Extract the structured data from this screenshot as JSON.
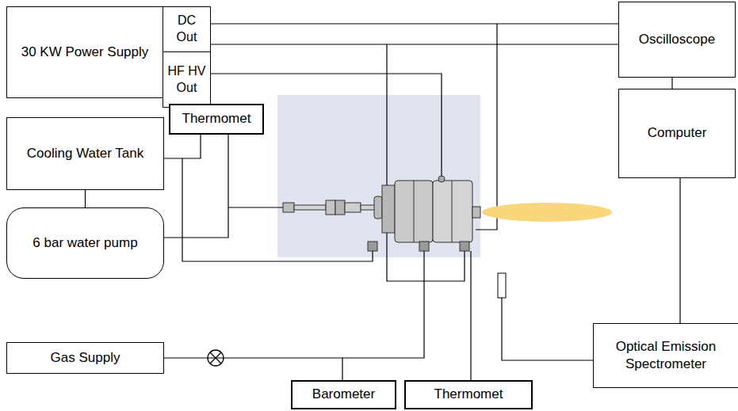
{
  "diagram": {
    "nodes": [
      {
        "text": [
          "30 KW Power Supply"
        ]
      },
      {
        "text": [
          "DC Out"
        ],
        "in": 0
      },
      {
        "text": [
          "HF HV Out"
        ],
        "in": 0
      },
      {
        "text": [
          "Oscilloscope"
        ]
      },
      {
        "text": [
          "Computer"
        ]
      },
      {
        "text": [
          "Cooling Water Tank"
        ]
      },
      {
        "text": [
          "Thermomet"
        ]
      },
      {
        "text": [
          "6 bar water pump"
        ]
      },
      {
        "text": [
          "Gas Supply"
        ]
      },
      {
        "text": [
          "Barometer"
        ]
      },
      {
        "text": [
          "Thermomet"
        ]
      },
      {
        "text": [
          "Optical Emission Spectrometer"
        ]
      }
    ],
    "edges": [
      {
        "from": 1,
        "to": 3,
        "arrow": "none"
      },
      {
        "from": 1,
        "to": 3,
        "arrow": "none"
      },
      {
        "from": 3,
        "to": 4,
        "arrow": "none"
      },
      {
        "from": 4,
        "to": 11,
        "arrow": "none"
      },
      {
        "from": 5,
        "to": 7,
        "arrow": "none"
      },
      {
        "from": 6,
        "to": 5,
        "arrow": "none"
      },
      {
        "from": 6,
        "to": 7,
        "arrow": "none"
      },
      {
        "from": 8,
        "to": 9,
        "arrow": "none"
      }
    ]
  }
}
